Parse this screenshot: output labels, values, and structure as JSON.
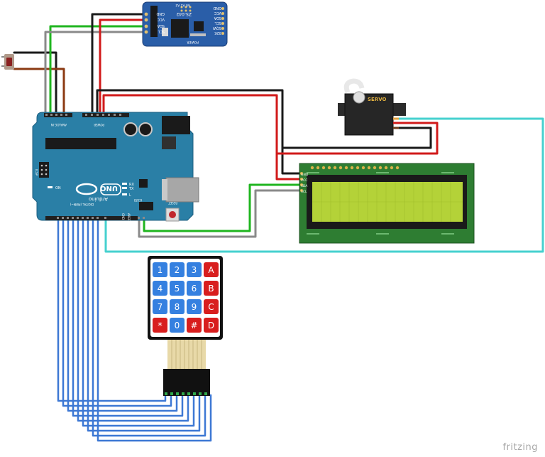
{
  "brand": "fritzing",
  "arduino": {
    "model": "UNO",
    "brand_label": "Arduino",
    "header_power": "POWER",
    "header_analog": "ANALOG IN",
    "header_digital": "DIGITAL (PWM~)",
    "leds": [
      "RX",
      "TX",
      "L",
      "ON"
    ],
    "icsp": "ICSP",
    "icsp2": "ICSP2",
    "reset": "RESET",
    "aref": "AREF",
    "gnd": "GND"
  },
  "rtc": {
    "model": "ZS-042",
    "address_pads": "A0 A1 A2",
    "left_pins": [
      "GND",
      "VCC",
      "SDA",
      "SCL"
    ],
    "right_pins": [
      "GND",
      "VCC",
      "SDA",
      "SCL",
      "SQW",
      "32K"
    ],
    "power_label": "POWER"
  },
  "servo": {
    "label": "SERVO"
  },
  "lcd": {
    "pins": [
      "GND",
      "VCC",
      "SDA",
      "SCL"
    ]
  },
  "keypad": {
    "keys": [
      [
        "1",
        "2",
        "3",
        "A"
      ],
      [
        "4",
        "5",
        "6",
        "B"
      ],
      [
        "7",
        "8",
        "9",
        "C"
      ],
      [
        "*",
        "0",
        "#",
        "D"
      ]
    ]
  },
  "colors": {
    "board": "#2a7fa6",
    "wire_black": "#1a1a1a",
    "wire_red": "#d11a1a",
    "wire_green": "#1fb51f",
    "wire_gray": "#8a8a8a",
    "wire_brown": "#8b3a12",
    "wire_cyan": "#46d1cf",
    "wire_blue": "#3d78d4",
    "key_blue": "#3580e0",
    "key_red": "#d81e1e",
    "lcd_screen": "#b4d238",
    "lcd_pcb": "#2e7d32"
  }
}
